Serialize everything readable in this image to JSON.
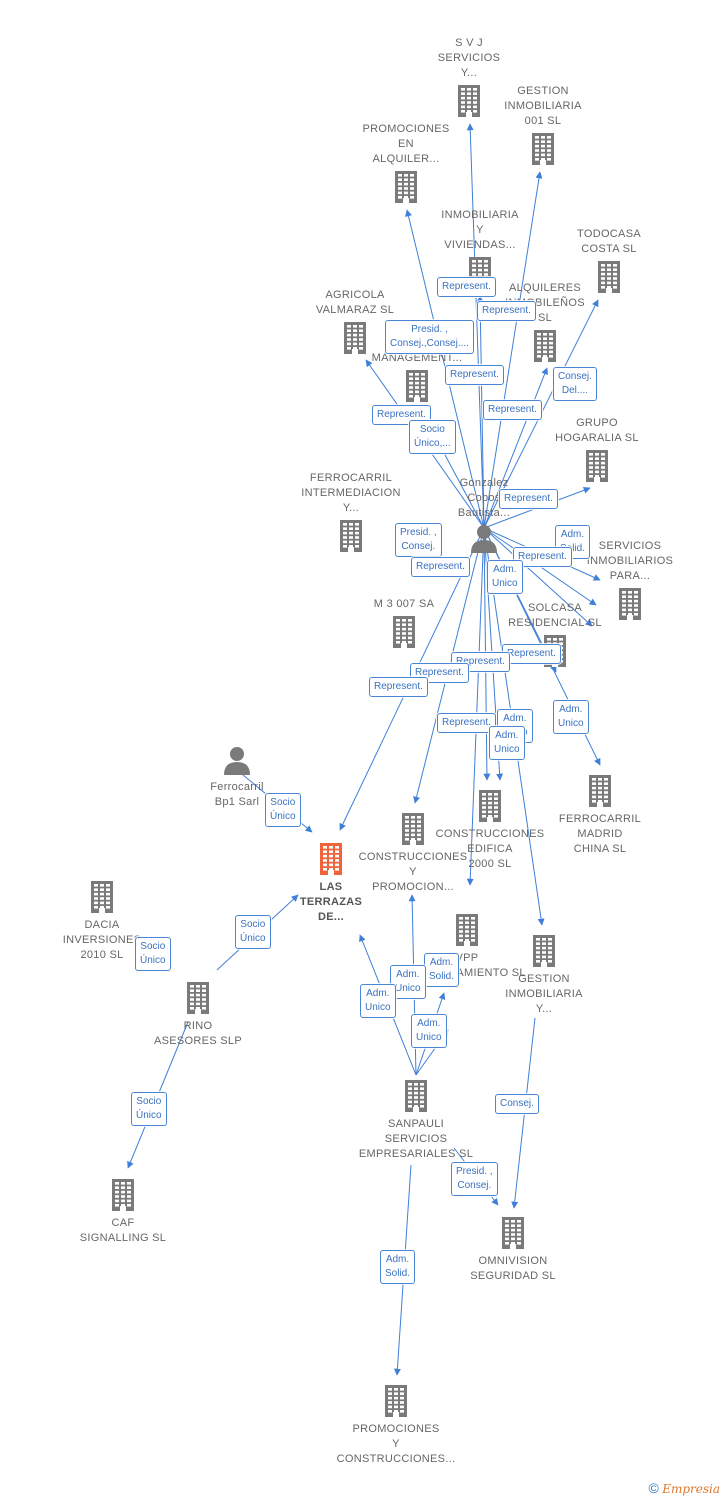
{
  "colors": {
    "edge": "#3f7fd8",
    "building": "#7a7a7a",
    "focus": "#f0643c",
    "person": "#7a7a7a",
    "badge_border": "#4a86d6",
    "badge_text": "#3a72c2"
  },
  "nodes": [
    {
      "id": "svj",
      "label": "S V J\nSERVICIOS\nY...",
      "icon": "building-icon",
      "pos": "above"
    },
    {
      "id": "gestion001",
      "label": "GESTION\nINMOBILIARIA\n001 SL",
      "icon": "building-icon",
      "pos": "above"
    },
    {
      "id": "promalquiler",
      "label": "PROMOCIONES\nEN\nALQUILER...",
      "icon": "building-icon",
      "pos": "above"
    },
    {
      "id": "inmoviviendas",
      "label": "INMOBILIARIA\nY\nVIVIENDAS...",
      "icon": "building-icon",
      "pos": "above"
    },
    {
      "id": "todocasa",
      "label": "TODOCASA\nCOSTA SL",
      "icon": "building-icon",
      "pos": "above"
    },
    {
      "id": "alquileres",
      "label": "ALQUILERES\nINMOBILEÑOS\nSL",
      "icon": "building-icon",
      "pos": "above"
    },
    {
      "id": "agricola",
      "label": "AGRICOLA\nVALMARAZ SL",
      "icon": "building-icon",
      "pos": "above"
    },
    {
      "id": "management",
      "label": "MANAGEMENT...",
      "icon": "building-icon",
      "pos": "above"
    },
    {
      "id": "grupohogaralia",
      "label": "GRUPO\nHOGARALIA SL",
      "icon": "building-icon",
      "pos": "above"
    },
    {
      "id": "ferrointermed",
      "label": "FERROCARRIL\nINTERMEDIACION\nY...",
      "icon": "building-icon",
      "pos": "above"
    },
    {
      "id": "gonzalez",
      "label": "Gonzalez\nCobos\nBautista...",
      "icon": "person-icon",
      "pos": "above"
    },
    {
      "id": "serviciosinmo",
      "label": "SERVICIOS\nINMOBILIARIOS\nPARA...",
      "icon": "building-icon",
      "pos": "above"
    },
    {
      "id": "m3007",
      "label": "M 3 007 SA",
      "icon": "building-icon",
      "pos": "above"
    },
    {
      "id": "solcasa",
      "label": "SOLCASA\nRESIDENCIAL SL",
      "icon": "building-icon",
      "pos": "above"
    },
    {
      "id": "ferrobp1",
      "label": "Ferrocarril\nBp1 Sarl",
      "icon": "person-icon",
      "pos": "below"
    },
    {
      "id": "ferromadrid",
      "label": "FERROCARRIL\nMADRID\nCHINA SL",
      "icon": "building-icon",
      "pos": "below"
    },
    {
      "id": "construedifica",
      "label": "CONSTRUCCIONES\nEDIFICA\n2000 SL",
      "icon": "building-icon",
      "pos": "below"
    },
    {
      "id": "construpromo",
      "label": "CONSTRUCCIONES\nY\nPROMOCION...",
      "icon": "building-icon",
      "pos": "below"
    },
    {
      "id": "lasterrazas",
      "label": "LAS\nTERRAZAS\nDE...",
      "icon": "building-icon",
      "pos": "below",
      "focus": true
    },
    {
      "id": "dacia",
      "label": "DACIA\nINVERSIONES\n2010 SL",
      "icon": "building-icon",
      "pos": "below"
    },
    {
      "id": "vpp",
      "label": "VPP\nARRENDAMIENTO SL",
      "icon": "building-icon",
      "pos": "below"
    },
    {
      "id": "gestioninmoy",
      "label": "GESTION\nINMOBILIARIA\nY...",
      "icon": "building-icon",
      "pos": "below"
    },
    {
      "id": "rino",
      "label": "RINO\nASESORES SLP",
      "icon": "building-icon",
      "pos": "below"
    },
    {
      "id": "sanpauli",
      "label": "SANPAULI\nSERVICIOS\nEMPRESARIALES SL",
      "icon": "building-icon",
      "pos": "below"
    },
    {
      "id": "caf",
      "label": "CAF\nSIGNALLING SL",
      "icon": "building-icon",
      "pos": "below"
    },
    {
      "id": "omnivision",
      "label": "OMNIVISION\nSEGURIDAD SL",
      "icon": "building-icon",
      "pos": "below"
    },
    {
      "id": "promoconstru",
      "label": "PROMOCIONES\nY\nCONSTRUCCIONES...",
      "icon": "building-icon",
      "pos": "below"
    }
  ],
  "badges": [
    "Represent.",
    "Represent.",
    "Presid. ,\nConsej.,Consej....",
    "Represent.",
    "Consej.\nDel....",
    "Represent.",
    "Represent.",
    "Socio\nÚnico,...",
    "Represent.",
    "Presid. ,\nConsej.",
    "Adm.\nSolid.",
    "Represent.",
    "Represent.",
    "Adm.\nUnico",
    "Represent.",
    "Represent.",
    "Represent.",
    "Represent.",
    "Adm.\nUnico",
    "Represent.",
    "Adm.\nUnico",
    "Adm.\nUnico",
    "Socio\nÚnico",
    "Socio\nÚnico",
    "Socio\nÚnico",
    "Adm.\nSolid.",
    "Adm.\nUnico",
    "Adm.\nUnico",
    "Adm.\nUnico",
    "Socio\nÚnico",
    "Consej.",
    "Presid. ,\nConsej.",
    "Adm.\nSolid."
  ],
  "footer": {
    "copyright": "©",
    "brand": "Empresia"
  }
}
